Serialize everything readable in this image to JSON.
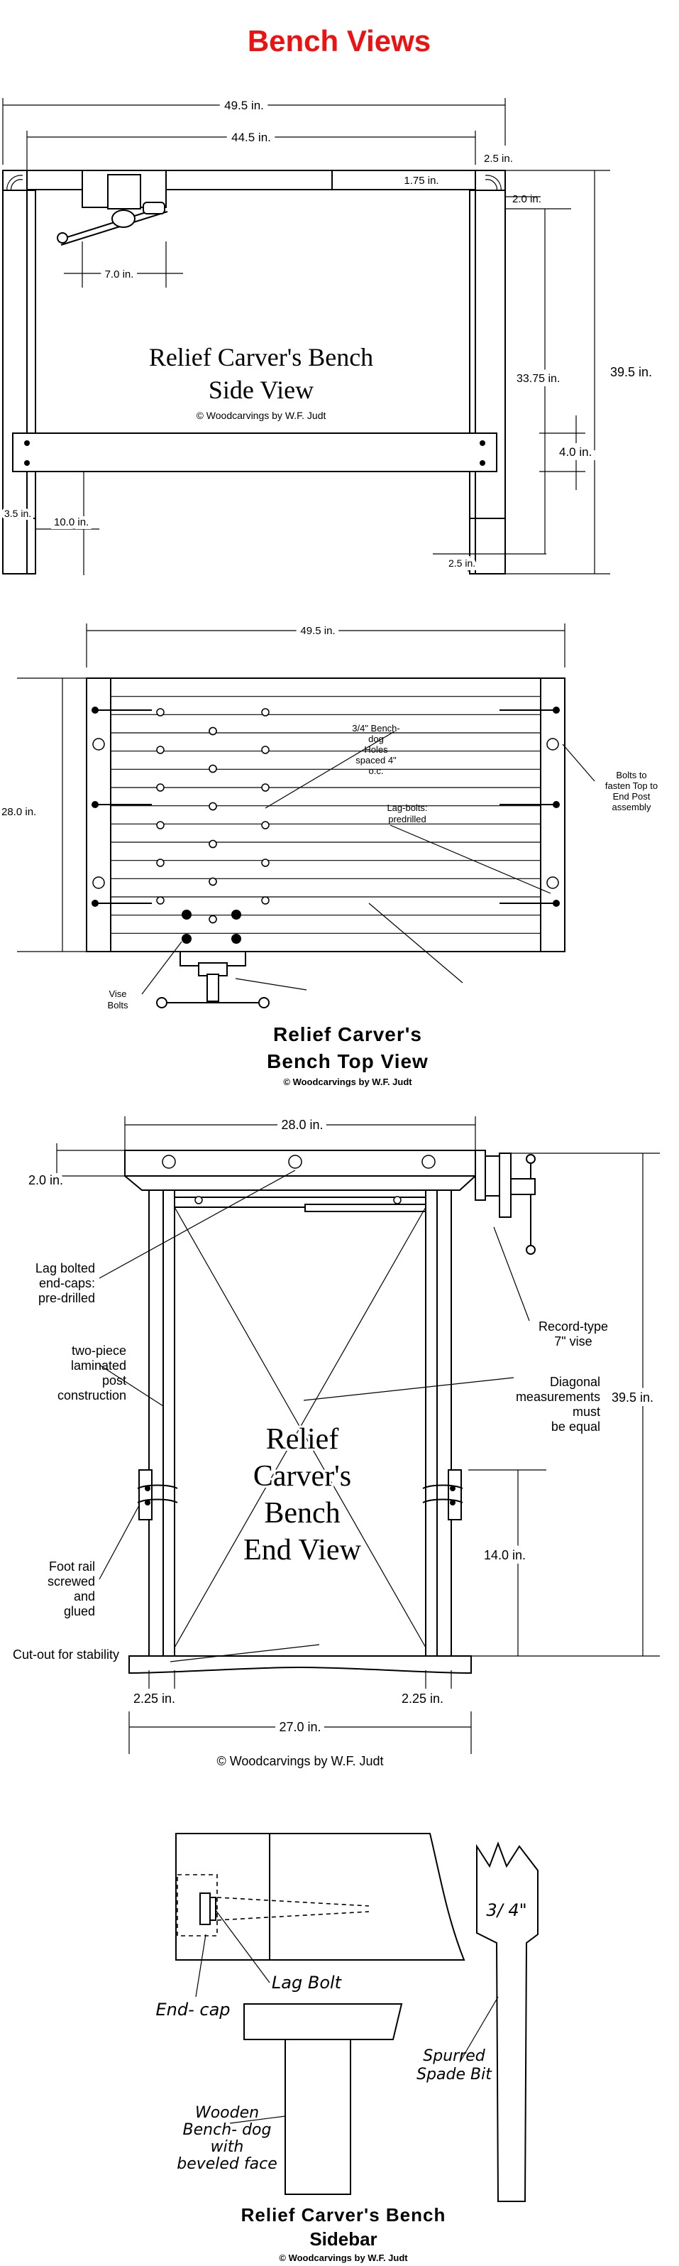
{
  "title": "Bench Views",
  "title_color": "#ee1111",
  "side_view": {
    "title_line1": "Relief Carver's Bench",
    "title_line2": "Side View",
    "copyright": "© Woodcarvings by W.F. Judt",
    "dims": {
      "overall_length": "49.5  in.",
      "inner_length": "44.5  in.",
      "cap": "2.5 in.",
      "top_thickness": "1.75  in.",
      "top_cap": "2.0  in.",
      "vise_width": "7.0  in.",
      "height_mid": "33.75  in.",
      "height_total": "39.5  in.",
      "rail_height": "4.0  in.",
      "foot_width": "3.5 in.",
      "foot_rail_height": "10.0  in.",
      "foot_bottom": "2.5 in."
    }
  },
  "top_view": {
    "title_line1": "Relief Carver's",
    "title_line2": "Bench Top View",
    "copyright": "© Woodcarvings by W.F. Judt",
    "dims": {
      "length": "49.5  in.",
      "depth": "28.0  in."
    },
    "labels": {
      "bench_dog": [
        "3/4\" Bench-",
        "dog",
        "Holes",
        "spaced 4\"",
        "o.c."
      ],
      "lag_bolts": [
        "Lag-bolts:",
        "predrilled"
      ],
      "bolts": [
        "Bolts to",
        "fasten Top to",
        "End Post",
        "assembly"
      ],
      "vise_bolts": [
        "Vise",
        "Bolts"
      ]
    }
  },
  "end_view": {
    "title_lines": [
      "Relief",
      "Carver's",
      "Bench",
      "End View"
    ],
    "copyright": "© Woodcarvings by W.F. Judt",
    "dims": {
      "top_width": "28.0  in.",
      "top_thickness": "2.0  in.",
      "height_total": "39.5  in.",
      "foot_rail": "14.0  in.",
      "leg_left": "2.25  in.",
      "leg_right": "2.25  in.",
      "base_width": "27.0  in."
    },
    "labels": {
      "lag_bolted": [
        "Lag bolted",
        "end-caps:",
        "pre-drilled"
      ],
      "laminated": [
        "two-piece",
        "laminated",
        "post",
        "construction"
      ],
      "record_vise": [
        "Record-type",
        "7\" vise"
      ],
      "diagonal": [
        "Diagonal",
        "measurements",
        "must",
        "be equal"
      ],
      "foot_rail": [
        "Foot rail",
        "screwed",
        "and",
        "glued"
      ],
      "cutout": "Cut-out for stability"
    }
  },
  "sidebar": {
    "title_line1": "Relief  Carver's Bench",
    "title_line2": "Sidebar",
    "copyright": "© Woodcarvings by W.F. Judt",
    "labels": {
      "lag_bolt": "Lag Bolt",
      "end_cap": "End- cap",
      "spade_size": "3/ 4\"",
      "spade_bit": [
        "Spurred",
        "Spade Bit"
      ],
      "bench_dog": [
        "Wooden",
        "Bench- dog",
        "with",
        "beveled face"
      ]
    }
  }
}
